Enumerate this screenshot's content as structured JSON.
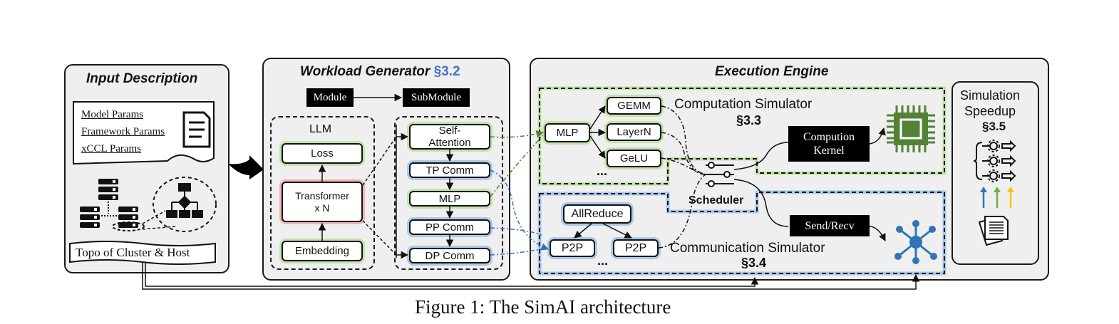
{
  "input_panel": {
    "title": "Input Description",
    "params": [
      "Model Params",
      "Framework Params",
      "xCCL Params"
    ],
    "topology_label": "Topo of Cluster & Host"
  },
  "workload_panel": {
    "title": "Workload Generator",
    "section": "§3.2",
    "legend": {
      "module": "Module",
      "submodule": "SubModule"
    },
    "llm": {
      "label": "LLM",
      "loss": "Loss",
      "transformer": "Transformer\nx N",
      "embedding": "Embedding"
    },
    "submodules": [
      "Self-\nAttention",
      "TP Comm",
      "MLP",
      "PP Comm",
      "DP Comm"
    ]
  },
  "execution_panel": {
    "title": "Execution Engine",
    "computation": {
      "title": "Computation Simulator",
      "section": "§3.3",
      "mlp": "MLP",
      "ops": [
        "GEMM",
        "LayerN",
        "GeLU"
      ],
      "more": "...",
      "kernel": "Compution\nKernel"
    },
    "scheduler": "Scheduler",
    "communication": {
      "title": "Communication Simulator",
      "section": "§3.4",
      "allreduce": "AllReduce",
      "p2p": [
        "P2P",
        "P2P"
      ],
      "more": "...",
      "sendrecv": "Send/Recv"
    }
  },
  "speedup_panel": {
    "title": "Simulation\nSpeedup",
    "section": "§3.5"
  },
  "caption": "Figure 1: The SimAI architecture",
  "colors": {
    "green": "#70ad47",
    "blue": "#4472c4",
    "yellow": "#ffc000",
    "panel": "#efefef",
    "accent_glow_green": "#c3e3a8",
    "accent_glow_blue": "#aac8ea",
    "accent_glow_red": "#f2b3b3"
  }
}
